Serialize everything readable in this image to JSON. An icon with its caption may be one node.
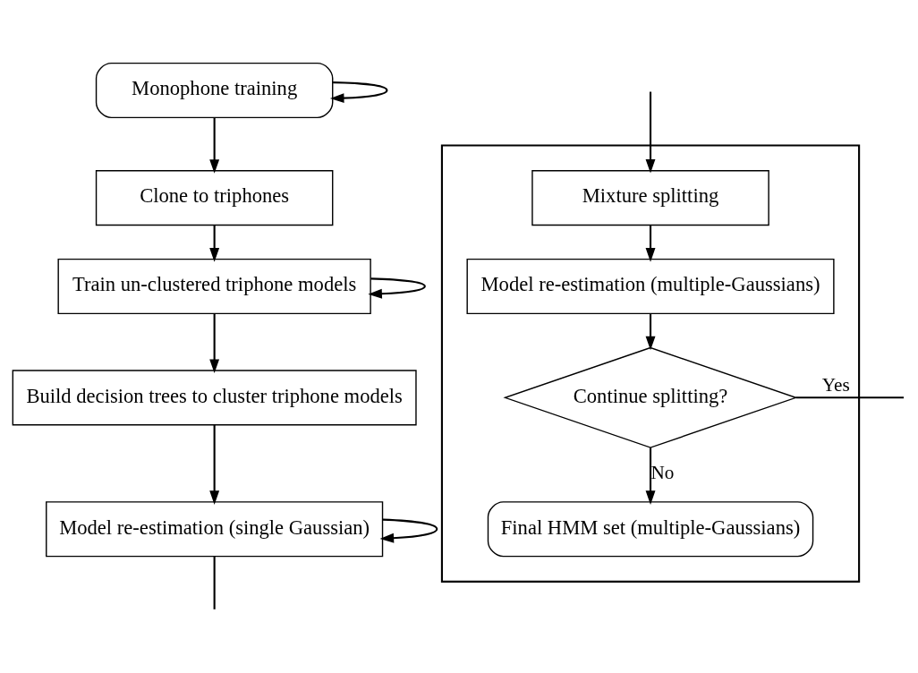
{
  "diagram": {
    "nodes": [
      {
        "text": [
          "Monophone training"
        ]
      },
      {
        "text": [
          "Clone to triphones"
        ]
      },
      {
        "text": [
          "Train un-clustered triphone models"
        ]
      },
      {
        "text": [
          "Build decision trees to cluster triphone models"
        ]
      },
      {
        "text": [
          "Model re-estimation (single Gaussian)"
        ]
      },
      {
        "text": [],
        "shape": "box"
      },
      {
        "text": [
          "Mixture splitting"
        ],
        "in": 5
      },
      {
        "text": [
          "Model re-estimation (multiple-Gaussians)"
        ],
        "in": 5
      },
      {
        "text": [
          "Continue splitting?"
        ],
        "in": 5
      },
      {
        "text": [
          "Final HMM set (multiple-Gaussians)"
        ],
        "in": 5
      }
    ],
    "edges": [
      {
        "from": 0,
        "to": 0,
        "arrow": "to"
      },
      {
        "from": 0,
        "to": 1,
        "arrow": "to"
      },
      {
        "from": 1,
        "to": 2,
        "arrow": "to"
      },
      {
        "from": 2,
        "to": 2,
        "arrow": "to"
      },
      {
        "from": 2,
        "to": 3,
        "arrow": "to"
      },
      {
        "from": 3,
        "to": 4,
        "arrow": "to"
      },
      {
        "from": 4,
        "to": 4,
        "arrow": "to"
      },
      {
        "from": 4,
        "to": null,
        "arrow": "none"
      },
      {
        "from": null,
        "to": 6,
        "arrow": "to"
      },
      {
        "from": 6,
        "to": 7,
        "arrow": "to"
      },
      {
        "from": 7,
        "to": 8,
        "arrow": "to"
      },
      {
        "from": 8,
        "to": null,
        "arrow": "none",
        "label": "Yes"
      },
      {
        "from": 8,
        "to": 9,
        "arrow": "to",
        "label": "No"
      }
    ]
  }
}
